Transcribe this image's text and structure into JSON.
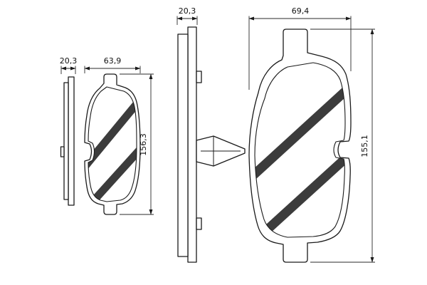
{
  "drawing": {
    "colors": {
      "background": "#ffffff",
      "line": "#1a1a1a",
      "stripe": "#3c3c3c"
    },
    "views": [
      {
        "dims": {
          "width": "20,3"
        }
      },
      {
        "dims": {
          "width": "63,9",
          "height": "156,3"
        }
      },
      {
        "dims": {
          "width": "20,3"
        }
      },
      {
        "dims": {
          "width": "69,4",
          "height": "155,1"
        }
      }
    ]
  }
}
